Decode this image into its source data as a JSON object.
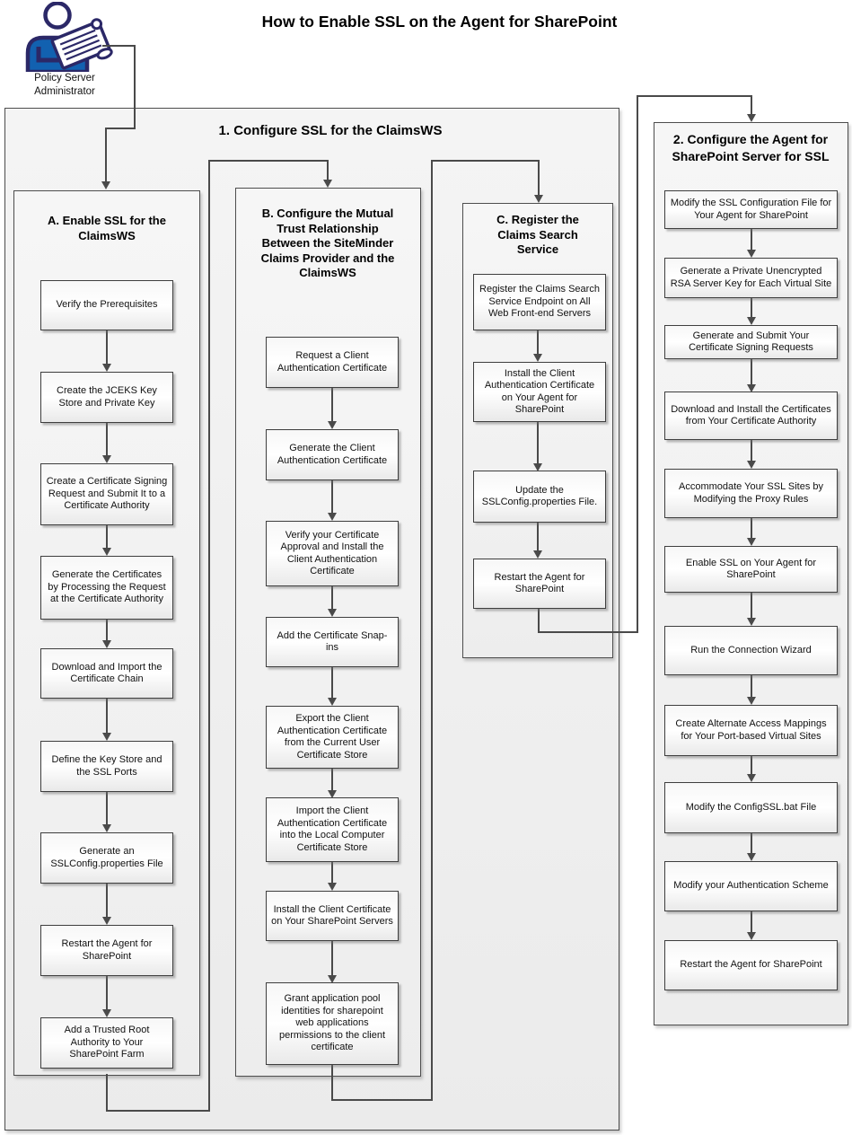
{
  "title": "How to Enable SSL on the Agent for SharePoint",
  "actor": {
    "label": "Policy Server Administrator",
    "icon": "policy-server-administrator-icon"
  },
  "sections": {
    "claimsws": {
      "label": "1. Configure SSL for the ClaimsWS",
      "columns": {
        "a": {
          "header": "A. Enable SSL for the ClaimsWS",
          "steps": [
            "Verify the Prerequisites",
            "Create the JCEKS Key Store and Private Key",
            "Create a Certificate Signing Request and Submit It to a Certificate Authority",
            "Generate the Certificates by Processing the Request at the Certificate Authority",
            "Download and Import the Certificate Chain",
            "Define the Key Store and the SSL Ports",
            "Generate an SSLConfig.properties File",
            "Restart the Agent for SharePoint",
            "Add a Trusted Root Authority to Your SharePoint Farm"
          ]
        },
        "b": {
          "header": "B. Configure the Mutual Trust Relationship Between the SiteMinder Claims Provider and the ClaimsWS",
          "steps": [
            "Request a Client Authentication Certificate",
            "Generate the Client Authentication Certificate",
            "Verify your Certificate Approval and Install the Client Authentication Certificate",
            "Add the Certificate Snap-ins",
            "Export the Client Authentication Certificate from the Current User Certificate Store",
            "Import the Client Authentication Certificate into the Local Computer Certificate Store",
            "Install the Client Certificate on Your SharePoint Servers",
            "Grant application pool identities for sharepoint web applications permissions to the client certificate"
          ]
        },
        "c": {
          "header": "C. Register the Claims Search Service",
          "steps": [
            "Register the Claims Search Service Endpoint on All Web Front-end Servers",
            "Install the Client Authentication Certificate on Your Agent for SharePoint",
            "Update the SSLConfig.properties File.",
            "Restart the Agent for SharePoint"
          ]
        }
      }
    },
    "agent_ssl": {
      "header": "2. Configure the Agent for SharePoint Server for SSL",
      "steps": [
        "Modify the SSL Configuration File for Your Agent for SharePoint",
        "Generate a Private Unencrypted RSA Server Key for Each Virtual Site",
        "Generate and Submit Your Certificate Signing Requests",
        "Download and Install the Certificates from Your Certificate Authority",
        "Accommodate Your SSL Sites by Modifying the Proxy Rules",
        "Enable SSL on Your Agent for SharePoint",
        "Run the Connection Wizard",
        "Create Alternate Access Mappings for Your Port-based Virtual Sites",
        "Modify the ConfigSSL.bat File",
        "Modify your Authentication Scheme",
        "Restart the Agent for SharePoint"
      ]
    }
  },
  "colors": {
    "actor_shirt": "#1261b0",
    "actor_outline": "#2b2867",
    "connector": "#4a4a4a",
    "box_border": "#3e3e3e",
    "container_fill": "#f2f2f2"
  }
}
